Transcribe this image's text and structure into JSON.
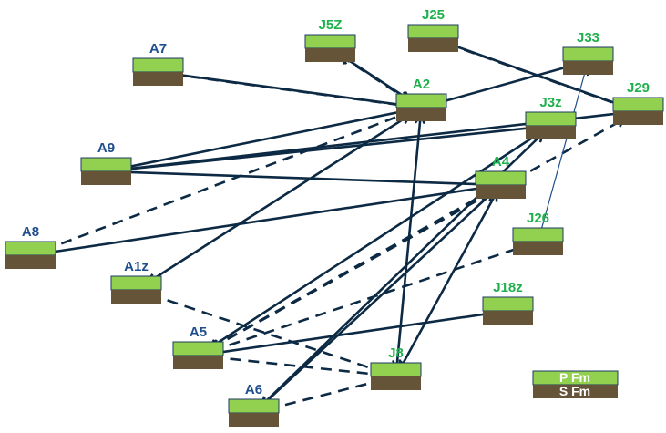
{
  "colors": {
    "primary_fm": "#92D050",
    "secondary_fm": "#665438",
    "box_border": "#1F3864",
    "arrow": "#0D2A45",
    "label_blue": "#1F4E8C",
    "label_green": "#1DB04B"
  },
  "legend": {
    "top_label": "P Fm",
    "bottom_label": "S Fm"
  },
  "nodes": [
    {
      "id": "A7",
      "label": "A7",
      "label_color": "blue"
    },
    {
      "id": "J5Z",
      "label": "J5Z",
      "label_color": "green"
    },
    {
      "id": "J25",
      "label": "J25",
      "label_color": "green"
    },
    {
      "id": "J33",
      "label": "J33",
      "label_color": "green"
    },
    {
      "id": "A2",
      "label": "A2",
      "label_color": "green"
    },
    {
      "id": "J29",
      "label": "J29",
      "label_color": "green"
    },
    {
      "id": "J3z",
      "label": "J3z",
      "label_color": "green"
    },
    {
      "id": "A9",
      "label": "A9",
      "label_color": "blue"
    },
    {
      "id": "A4",
      "label": "A4",
      "label_color": "green"
    },
    {
      "id": "A8",
      "label": "A8",
      "label_color": "blue"
    },
    {
      "id": "J26",
      "label": "J26",
      "label_color": "green"
    },
    {
      "id": "A1z",
      "label": "A1z",
      "label_color": "blue"
    },
    {
      "id": "J18z",
      "label": "J18z",
      "label_color": "green"
    },
    {
      "id": "A5",
      "label": "A5",
      "label_color": "blue"
    },
    {
      "id": "J8",
      "label": "J8",
      "label_color": "green"
    },
    {
      "id": "A6",
      "label": "A6",
      "label_color": "blue"
    }
  ],
  "edges": [
    {
      "from": "A2",
      "to": "A7",
      "style": "solid",
      "bidirectional": true
    },
    {
      "from": "A7",
      "to": "A2",
      "style": "dashed",
      "bidirectional": true
    },
    {
      "from": "J5Z",
      "to": "A2",
      "style": "solid",
      "bidirectional": true
    },
    {
      "from": "J5Z",
      "to": "A2",
      "style": "dashed",
      "bidirectional": true
    },
    {
      "from": "J25",
      "to": "J29",
      "style": "solid",
      "bidirectional": true
    },
    {
      "from": "J25",
      "to": "J29",
      "style": "dashed",
      "bidirectional": true
    },
    {
      "from": "A2",
      "to": "J33",
      "style": "solid",
      "bidirectional": true
    },
    {
      "from": "A9",
      "to": "A2",
      "style": "solid",
      "bidirectional": true
    },
    {
      "from": "A9",
      "to": "J3z",
      "style": "solid",
      "bidirectional": true
    },
    {
      "from": "A9",
      "to": "J29",
      "style": "solid",
      "bidirectional": true
    },
    {
      "from": "A9",
      "to": "A4",
      "style": "solid",
      "bidirectional": true
    },
    {
      "from": "A8",
      "to": "A2",
      "style": "dashed",
      "bidirectional": true
    },
    {
      "from": "A8",
      "to": "A4",
      "style": "solid",
      "bidirectional": true
    },
    {
      "from": "A1z",
      "to": "A2",
      "style": "solid",
      "bidirectional": true
    },
    {
      "from": "A1z",
      "to": "J8",
      "style": "dashed",
      "bidirectional": true
    },
    {
      "from": "A2",
      "to": "J8",
      "style": "solid",
      "bidirectional": true
    },
    {
      "from": "A5",
      "to": "J3z",
      "style": "solid",
      "bidirectional": true
    },
    {
      "from": "A5",
      "to": "A4",
      "style": "dashed",
      "bidirectional": true
    },
    {
      "from": "A5",
      "to": "J29",
      "style": "dashed",
      "bidirectional": true
    },
    {
      "from": "A5",
      "to": "J18z",
      "style": "solid",
      "bidirectional": true
    },
    {
      "from": "A5",
      "to": "J26",
      "style": "dashed",
      "bidirectional": true
    },
    {
      "from": "A5",
      "to": "J8",
      "style": "dashed",
      "bidirectional": true
    },
    {
      "from": "A6",
      "to": "A4",
      "style": "solid",
      "bidirectional": true
    },
    {
      "from": "A6",
      "to": "J3z",
      "style": "solid",
      "bidirectional": true
    },
    {
      "from": "A6",
      "to": "J8",
      "style": "dashed",
      "bidirectional": true
    },
    {
      "from": "J8",
      "to": "A4",
      "style": "solid",
      "bidirectional": true
    },
    {
      "from": "J26",
      "to": "J33",
      "style": "thin",
      "bidirectional": false
    }
  ]
}
